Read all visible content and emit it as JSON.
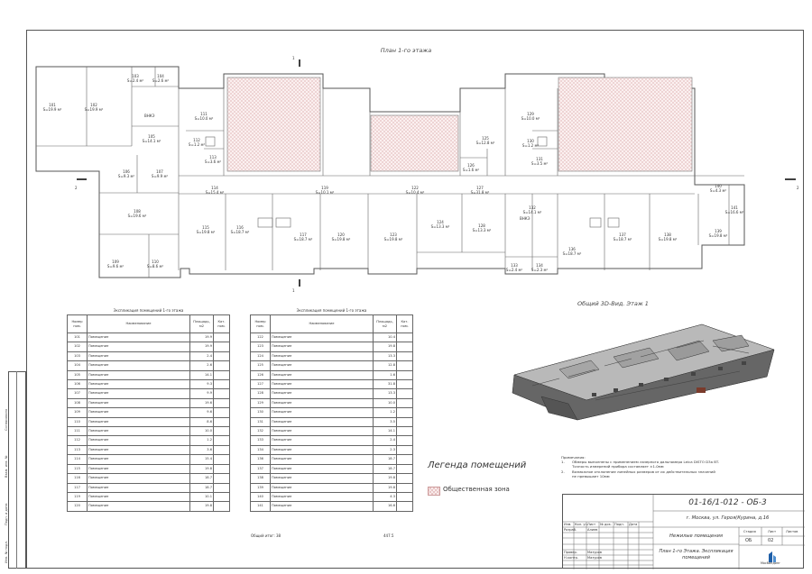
{
  "plan_title": "План 1-го этажа",
  "view3d_title": "Общий 3D-Вид. Этаж 1",
  "section_marks": [
    "1",
    "1",
    "2",
    "2"
  ],
  "rooms": [
    {
      "num": "101",
      "area": "S=19.9 м²"
    },
    {
      "num": "102",
      "area": "S=19.9 м²"
    },
    {
      "num": "103",
      "area": "S=2.4 м²"
    },
    {
      "num": "104",
      "area": "S=2.6 м²"
    },
    {
      "num": "105",
      "area": "S=14.1 м²"
    },
    {
      "num": "106",
      "area": "S=9.3 м²"
    },
    {
      "num": "107",
      "area": "S=9.9 м²"
    },
    {
      "num": "108",
      "area": "S=19.6 м²"
    },
    {
      "num": "109",
      "area": "S=9.6 м²"
    },
    {
      "num": "110",
      "area": "S=8.6 м²"
    },
    {
      "num": "111",
      "area": "S=10.0 м²"
    },
    {
      "num": "112",
      "area": "S=1.2 м²"
    },
    {
      "num": "113",
      "area": "S=3.6 м²"
    },
    {
      "num": "114",
      "area": "S=15.4 м²"
    },
    {
      "num": "115",
      "area": "S=19.8 м²"
    },
    {
      "num": "116",
      "area": "S=18.7 м²"
    },
    {
      "num": "117",
      "area": "S=18.7 м²"
    },
    {
      "num": "119",
      "area": "S=10.1 м²"
    },
    {
      "num": "120",
      "area": "S=19.8 м²"
    },
    {
      "num": "122",
      "area": "S=10.4 м²"
    },
    {
      "num": "123",
      "area": "S=19.8 м²"
    },
    {
      "num": "124",
      "area": "S=13.3 м²"
    },
    {
      "num": "125",
      "area": "S=12.8 м²"
    },
    {
      "num": "126",
      "area": "S=1.6 м²"
    },
    {
      "num": "127",
      "area": "S=31.8 м²"
    },
    {
      "num": "128",
      "area": "S=13.3 м²"
    },
    {
      "num": "129",
      "area": "S=10.0 м²"
    },
    {
      "num": "130",
      "area": "S=1.2 м²"
    },
    {
      "num": "131",
      "area": "S=3.5 м²"
    },
    {
      "num": "132",
      "area": "S=14.1 м²"
    },
    {
      "num": "133",
      "area": "S=2.4 м²"
    },
    {
      "num": "134",
      "area": "S=2.3 м²"
    },
    {
      "num": "136",
      "area": "S=18.7 м²"
    },
    {
      "num": "137",
      "area": "S=18.7 м²"
    },
    {
      "num": "138",
      "area": "S=19.8 м²"
    },
    {
      "num": "139",
      "area": "S=19.8 м²"
    },
    {
      "num": "140",
      "area": "S=4.3 м²"
    },
    {
      "num": "141",
      "area": "S=16.6 м²"
    }
  ],
  "stair_label": "ВНКЭ",
  "table1": {
    "caption": "Экспликация помещений 1-го этажа",
    "headers": [
      "Номер пом.",
      "Наименование",
      "Площадь, м2",
      "Кат. пом."
    ],
    "rows": [
      [
        "101",
        "Помещение",
        "19.9",
        ""
      ],
      [
        "102",
        "Помещение",
        "19.9",
        ""
      ],
      [
        "103",
        "Помещение",
        "2.4",
        ""
      ],
      [
        "104",
        "Помещение",
        "2.6",
        ""
      ],
      [
        "105",
        "Помещение",
        "14.1",
        ""
      ],
      [
        "106",
        "Помещение",
        "9.3",
        ""
      ],
      [
        "107",
        "Помещение",
        "9.9",
        ""
      ],
      [
        "108",
        "Помещение",
        "19.6",
        ""
      ],
      [
        "109",
        "Помещение",
        "9.6",
        ""
      ],
      [
        "110",
        "Помещение",
        "8.6",
        ""
      ],
      [
        "111",
        "Помещение",
        "10.0",
        ""
      ],
      [
        "112",
        "Помещение",
        "1.2",
        ""
      ],
      [
        "113",
        "Помещение",
        "3.6",
        ""
      ],
      [
        "114",
        "Помещение",
        "15.4",
        ""
      ],
      [
        "115",
        "Помещение",
        "19.8",
        ""
      ],
      [
        "116",
        "Помещение",
        "18.7",
        ""
      ],
      [
        "117",
        "Помещение",
        "18.7",
        ""
      ],
      [
        "119",
        "Помещение",
        "10.1",
        ""
      ],
      [
        "120",
        "Помещение",
        "19.8",
        ""
      ]
    ]
  },
  "table2": {
    "caption": "Экспликация помещений 1-го этажа",
    "headers": [
      "Номер пом.",
      "Наименование",
      "Площадь, м2",
      "Кат. пом."
    ],
    "rows": [
      [
        "122",
        "Помещение",
        "10.4",
        ""
      ],
      [
        "123",
        "Помещение",
        "19.8",
        ""
      ],
      [
        "124",
        "Помещение",
        "13.3",
        ""
      ],
      [
        "125",
        "Помещение",
        "12.8",
        ""
      ],
      [
        "126",
        "Помещение",
        "1.6",
        ""
      ],
      [
        "127",
        "Помещение",
        "31.8",
        ""
      ],
      [
        "128",
        "Помещение",
        "13.3",
        ""
      ],
      [
        "129",
        "Помещение",
        "10.0",
        ""
      ],
      [
        "130",
        "Помещение",
        "1.2",
        ""
      ],
      [
        "131",
        "Помещение",
        "3.5",
        ""
      ],
      [
        "132",
        "Помещение",
        "14.1",
        ""
      ],
      [
        "133",
        "Помещение",
        "2.4",
        ""
      ],
      [
        "134",
        "Помещение",
        "2.3",
        ""
      ],
      [
        "136",
        "Помещение",
        "18.7",
        ""
      ],
      [
        "137",
        "Помещение",
        "18.7",
        ""
      ],
      [
        "138",
        "Помещение",
        "19.8",
        ""
      ],
      [
        "139",
        "Помещение",
        "19.8",
        ""
      ],
      [
        "140",
        "Помещение",
        "4.3",
        ""
      ],
      [
        "141",
        "Помещение",
        "16.6",
        ""
      ]
    ],
    "total_label": "Общий итог: 38",
    "total_value": "447.5"
  },
  "legend": {
    "title": "Легенда помещений",
    "item": "Общественная зона",
    "item_color": "#e2b8b8"
  },
  "notes": {
    "title": "Примечания:",
    "items": [
      {
        "n": "1.",
        "text": "Обмеры выполнены с применением лазерного дальномера Leica DISTO D3a BT."
      },
      {
        "n": "",
        "text": "Точность измерений прибора составляет ±1.0мм"
      },
      {
        "n": "2.",
        "text": "Возможное отклонение линейных размеров от их действительных значений"
      },
      {
        "n": "",
        "text": "не превышает 10мм"
      }
    ]
  },
  "stamp": {
    "code": "01-16/1-012 - ОБ-3",
    "address": "г. Москва, ул. Героя(Курина, д.16",
    "object": "Нежилые помещения",
    "sheet_name": "План 1-го Этажа. Экспликация помещений",
    "col_headers": [
      "Изм.",
      "Кол. уч.",
      "Лист",
      "№ док.",
      "Подп.",
      "Дата"
    ],
    "roles": [
      "Разраб.",
      "Провер.",
      "Н.контр."
    ],
    "names": [
      "Алиев",
      "Мазуров",
      "Мазуров"
    ],
    "stage_header": "Стадия",
    "sheet_header": "Лист",
    "sheets_header": "Листов",
    "stage": "ОБ",
    "sheet": "02",
    "company": "Мосбилдинг"
  },
  "side_labels": [
    "Согласовано",
    "Взам. инв. №",
    "Подп. и дата",
    "Инв. № подл."
  ]
}
